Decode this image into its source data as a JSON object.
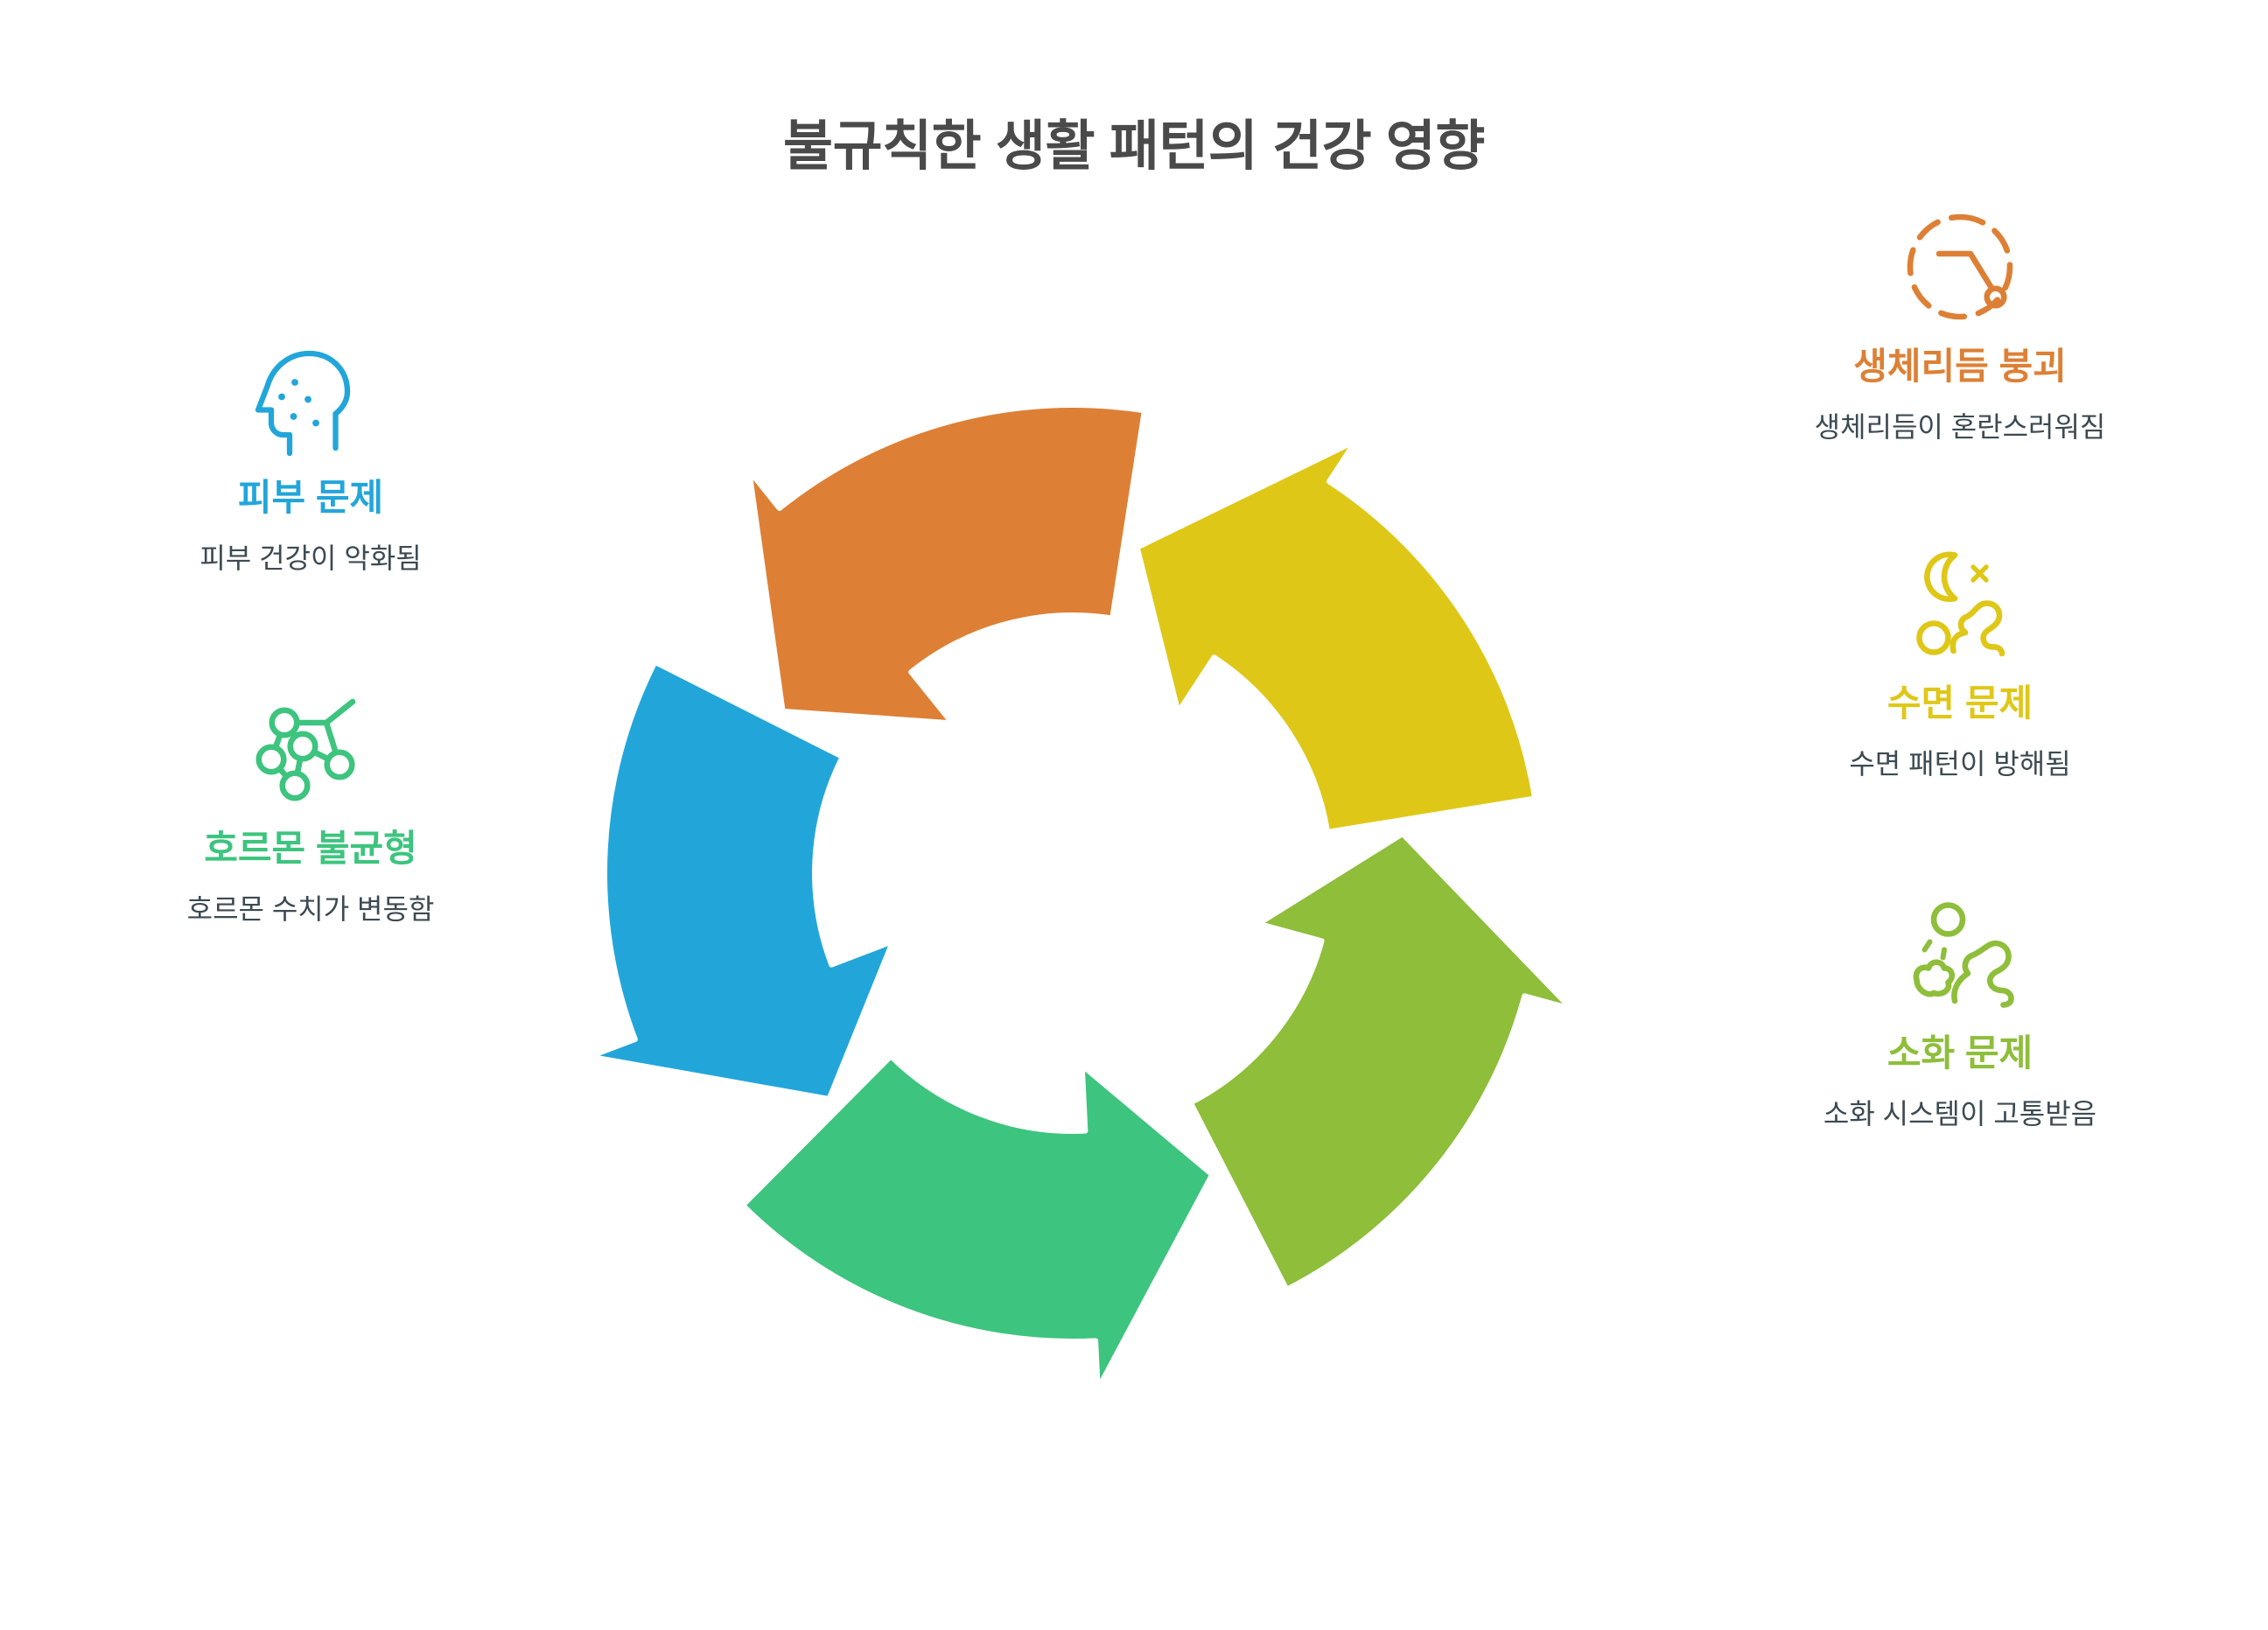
{
  "title": "불규칙한 생활 패턴의 건강 영향",
  "colors": {
    "title_text": "#4a4a4a",
    "body_text": "#3c4a52",
    "orange": "#dd8035",
    "yellow": "#dfc717",
    "light_green": "#8ebe3a",
    "emerald": "#3dc47e",
    "blue": "#22a6da",
    "background": "#ffffff"
  },
  "left_column": {
    "items": [
      {
        "icon": "head-acne-icon",
        "title": "피부 문제",
        "desc": "피부 건강이 악화됨",
        "color": "#22a6da"
      },
      {
        "icon": "hormone-molecule-icon",
        "title": "호르몬 불균형",
        "desc": "호르몬 수치가 변동함",
        "color": "#3dc47e"
      }
    ]
  },
  "right_column": {
    "items": [
      {
        "icon": "broken-clock-icon",
        "title": "생체리듬 붕괴",
        "desc": "생체리듬이 혼란스러워짐",
        "color": "#dd8035"
      },
      {
        "icon": "moon-sleeping-person-icon",
        "title": "수면 문제",
        "desc": "수면 패턴이 방해됨",
        "color": "#dfc717"
      },
      {
        "icon": "vomiting-person-icon",
        "title": "소화 문제",
        "desc": "소화 시스템이 고통받음",
        "color": "#8ebe3a"
      }
    ]
  },
  "cycle": {
    "direction": "counter-clockwise",
    "segment_count": 5,
    "segments": [
      {
        "name": "circadian-segment",
        "color": "#dd8035",
        "start_deg": -62,
        "end_deg": 10,
        "linked_label": "생체리듬 붕괴"
      },
      {
        "name": "sleep-segment",
        "color": "#dfc717",
        "start_deg": 10,
        "end_deg": 82,
        "linked_label": "수면 문제"
      },
      {
        "name": "digestion-segment",
        "color": "#8ebe3a",
        "start_deg": 82,
        "end_deg": 154,
        "linked_label": "소화 문제"
      },
      {
        "name": "hormone-segment",
        "color": "#3dc47e",
        "start_deg": 154,
        "end_deg": 226,
        "linked_label": "호르몬 불균형"
      },
      {
        "name": "skin-segment",
        "color": "#22a6da",
        "start_deg": 226,
        "end_deg": 298,
        "linked_label": "피부 문제"
      }
    ]
  }
}
